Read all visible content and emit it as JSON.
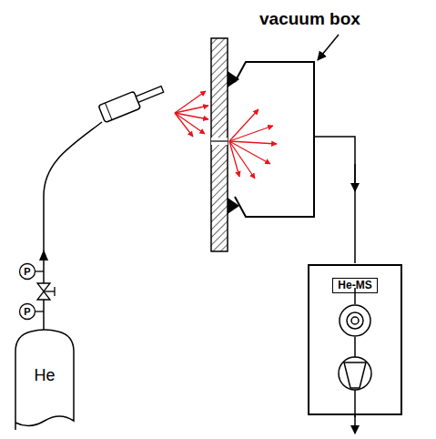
{
  "diagram": {
    "nodes": [
      {
        "text": [
          "He"
        ]
      },
      {
        "text": [
          "P"
        ]
      },
      {
        "text": [
          "P"
        ]
      },
      {
        "text": [
          "He-MS"
        ]
      }
    ],
    "labels": [
      "vacuum box"
    ]
  }
}
